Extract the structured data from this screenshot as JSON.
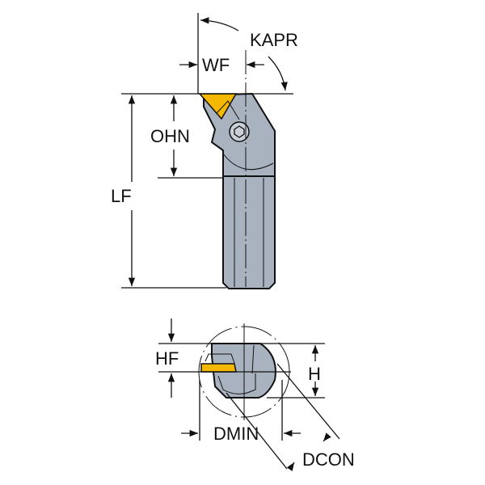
{
  "title": "Boring bar dimension drawing",
  "labels": {
    "kapr": "KAPR",
    "wf": "WF",
    "ohn": "OHN",
    "lf": "LF",
    "hf": "HF",
    "h": "H",
    "dmin": "DMIN",
    "dcon": "DCON"
  },
  "colors": {
    "insert": "#f5b800",
    "body": "#a9b3bf",
    "line": "#111111"
  }
}
